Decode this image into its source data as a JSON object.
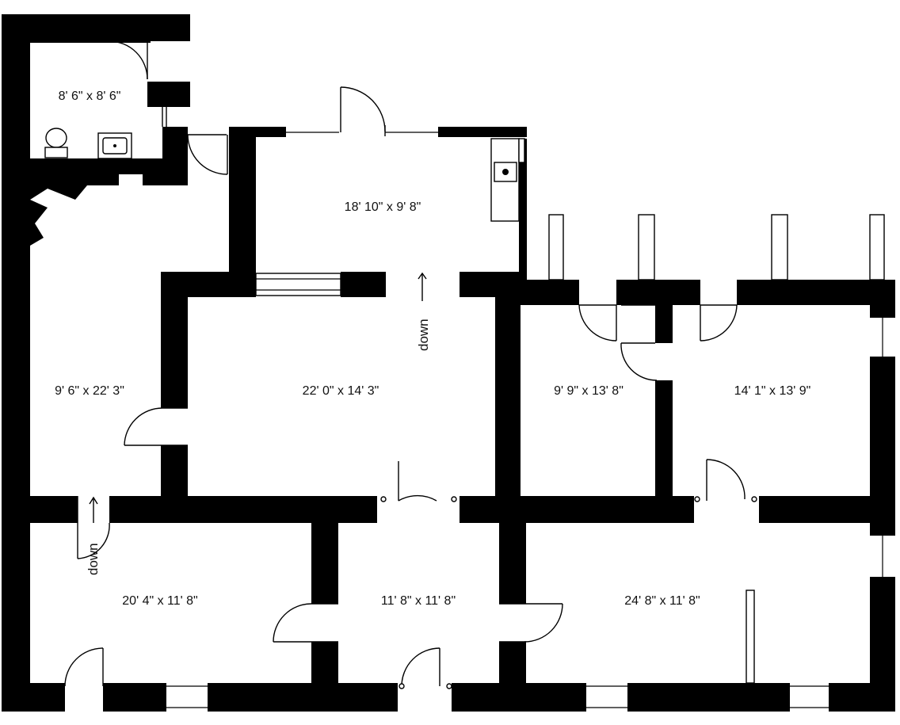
{
  "rooms": {
    "bathroom": "8' 6\" x 8' 6\"",
    "kitchen": "18' 10\" x 9' 8\"",
    "hall_west": "9' 6\" x 22' 3\"",
    "living": "22' 0\" x 14' 3\"",
    "bedroom_mid": "9' 9\" x 13' 8\"",
    "bedroom_east": "14' 1\" x 13' 9\"",
    "room_southwest": "20' 4\" x 11' 8\"",
    "room_south_center": "11' 8\" x 11' 8\"",
    "room_southeast": "24' 8\" x 11' 8\""
  },
  "stairs": {
    "living_down": "down",
    "southwest_down": "down"
  },
  "colors": {
    "wall": "#000000",
    "background": "#ffffff"
  }
}
